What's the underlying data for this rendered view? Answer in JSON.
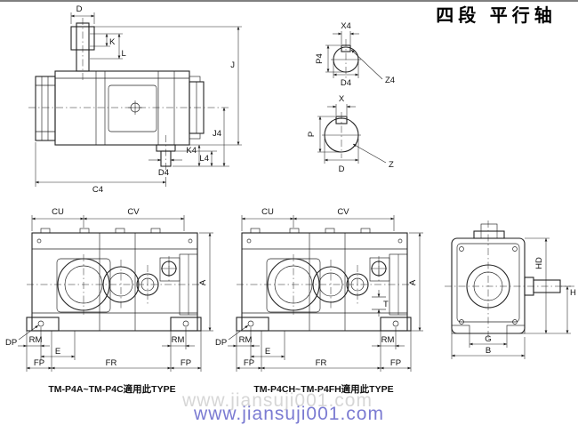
{
  "title": "四段 平行轴",
  "watermark": {
    "text": "www.jiansuji001.com",
    "color": "#7b7bd2"
  },
  "side_view": {
    "d": "D",
    "k": "K",
    "l": "L",
    "j": "J",
    "j4": "J4",
    "l4": "L4",
    "k4": "K4",
    "d4": "D4",
    "c4": "C4"
  },
  "shaft4_detail": {
    "x4": "X4",
    "p4": "P4",
    "d4": "D4",
    "z4": "Z4"
  },
  "shaft_detail": {
    "x": "X",
    "p": "P",
    "d": "D",
    "z": "Z"
  },
  "front_view_1": {
    "cu": "CU",
    "cv": "CV",
    "a": "A",
    "dp": "DP",
    "rm_left": "RM",
    "e": "E",
    "fp_left": "FP",
    "fr": "FR",
    "rm_right": "RM",
    "fp_right": "FP",
    "caption": "TM-P4A~TM-P4C適用此TYPE"
  },
  "front_view_2": {
    "cu": "CU",
    "cv": "CV",
    "a": "A",
    "t": "T",
    "dp": "DP",
    "rm_left": "RM",
    "e": "E",
    "fp_left": "FP",
    "fr": "FR",
    "rm_right": "RM",
    "fp_right": "FP",
    "caption": "TM-P4CH~TM-P4FH適用此TYPE"
  },
  "end_view": {
    "hd": "HD",
    "h": "H",
    "g": "G",
    "b": "B"
  }
}
